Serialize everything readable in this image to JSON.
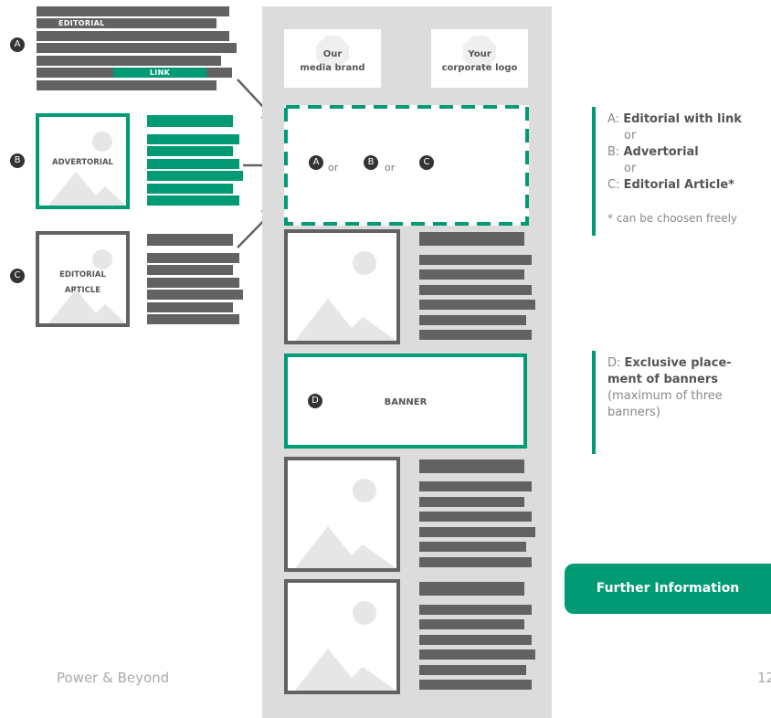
{
  "editorial": {
    "badge": "A",
    "label": "EDITORIAL",
    "link_label": "LINK"
  },
  "advertorial": {
    "badge": "B",
    "label": "ADVERTORIAL"
  },
  "editorial_article": {
    "badge": "C",
    "label_line1": "EDITORIAL",
    "label_line2": "ARTICLE"
  },
  "page": {
    "logo_left_line1": "Our",
    "logo_left_line2": "media brand",
    "logo_right_line1": "Your",
    "logo_right_line2": "corporate logo",
    "slot_badge_a": "A",
    "slot_badge_b": "B",
    "slot_badge_c": "C",
    "slot_or_1": "or",
    "slot_or_2": "or",
    "banner_badge": "D",
    "banner_label": "BANNER"
  },
  "legend_top": {
    "a_key": "A:",
    "a_text": "Editorial with link",
    "or_1": "or",
    "b_key": "B:",
    "b_text": "Advertorial",
    "or_2": "or",
    "c_key": "C:",
    "c_text": "Editorial Article*",
    "footnote": "* can be choosen freely"
  },
  "legend_bottom": {
    "d_key": "D:",
    "d_text_line1": "Exclusive place-",
    "d_text_line2": "ment of banners",
    "note_line1": "(maximum of three",
    "note_line2": "banners)"
  },
  "further_info_button": "Further Information",
  "footer": {
    "brand": "Power & Beyond",
    "page_number": "12"
  },
  "colors": {
    "accent": "#009b75",
    "bar_gray": "#626262",
    "page_bg": "#dcdcdc"
  }
}
